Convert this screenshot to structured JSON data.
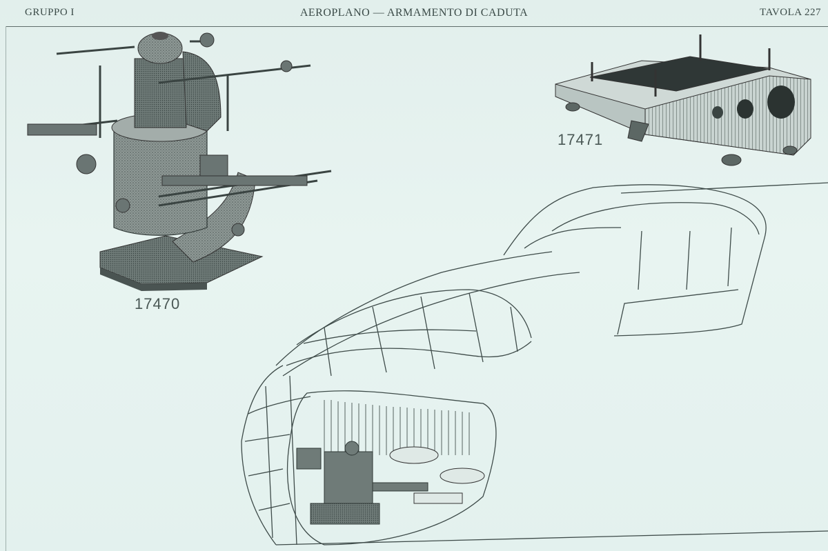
{
  "header": {
    "group": "GRUPPO I",
    "title": "AEROPLANO — ARMAMENTO DI CADUTA",
    "plate": "TAVOLA 227"
  },
  "figures": [
    {
      "label": "17470",
      "icon": "bomb-sight-mount-illustration"
    },
    {
      "label": "17471",
      "icon": "mounting-frame-illustration"
    },
    {
      "icon": "aircraft-nose-cutaway-illustration"
    }
  ],
  "colors": {
    "paper": "#e6f3ef",
    "ink": "#3e4b49",
    "shade": "#6f7c79"
  }
}
